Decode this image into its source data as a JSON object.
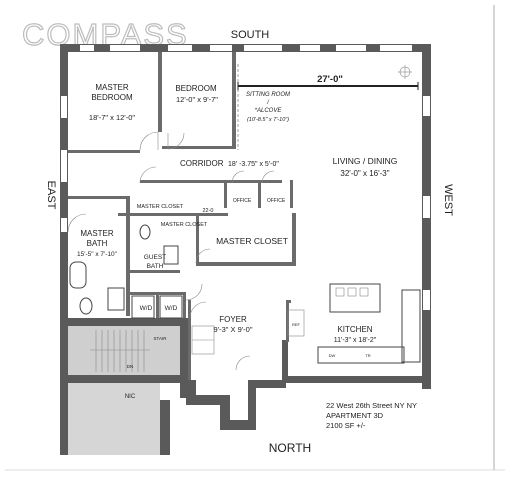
{
  "brand": {
    "logo_text": "COMPASS"
  },
  "compass": {
    "south": "SOUTH",
    "north": "NORTH",
    "east": "EAST",
    "west": "WEST"
  },
  "dimension_bar": "27'-0\"",
  "rooms": {
    "master_bedroom": {
      "name_line1": "MASTER",
      "name_line2": "BEDROOM",
      "dims": "18'-7\"  x  12'-0\""
    },
    "bedroom": {
      "name": "BEDROOM",
      "dims": "12'-0\"  x  9'-7\""
    },
    "sitting_room": {
      "line1": "SITTING ROOM",
      "line2": "/",
      "line3": "*ALCOVE",
      "line4": "(10'-8.5\" x 7'-10\")"
    },
    "corridor": {
      "name": "CORRIDOR",
      "dims": "18' -3.75\" x 5'-0\""
    },
    "living_dining": {
      "name": "LIVING / DINING",
      "dims": "32'-0\"  x  16'-3\""
    },
    "office_1": "OFFICE",
    "office_2": "OFFICE",
    "master_closet_small_1": "MASTER CLOSET",
    "master_closet_small_2": "MASTER CLOSET",
    "corridor_dim": "22-0",
    "master_closet": "MASTER CLOSET",
    "master_bath": {
      "name_line1": "MASTER",
      "name_line2": "BATH",
      "dims": "15'-5\" x 7'-10\""
    },
    "guest_bath": {
      "line1": "GUEST",
      "line2": "BATH"
    },
    "wd_1": "W/D",
    "wd_2": "W/D",
    "foyer": {
      "name": "FOYER",
      "dims": "9'-3\"  X  9'-0\""
    },
    "kitchen": {
      "name": "KITCHEN",
      "dims": "11'-3\" x 18'-2\""
    },
    "nic": "NIC",
    "stair": "STAIR",
    "dn": "DN",
    "ref": "REF",
    "dw": "DW",
    "tr": "TR"
  },
  "address": {
    "line1": "22 West 26th Street NY NY",
    "line2": "APARTMENT  3D",
    "line3": "2100 SF +/-"
  }
}
